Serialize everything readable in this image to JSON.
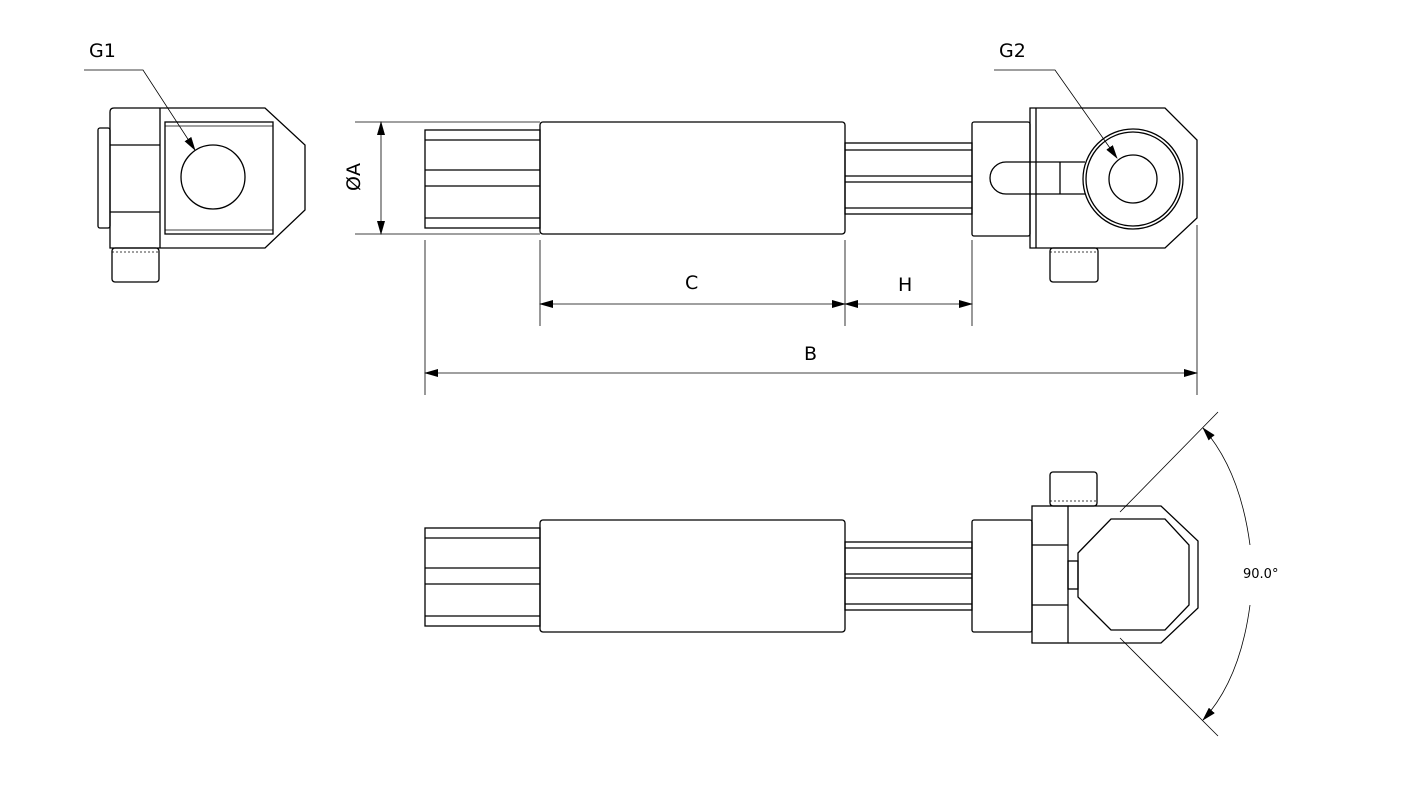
{
  "labels": {
    "g1": "G1",
    "g2": "G2",
    "dia_a": "ØA",
    "c": "C",
    "h": "H",
    "b": "B",
    "angle": "90.0°"
  }
}
